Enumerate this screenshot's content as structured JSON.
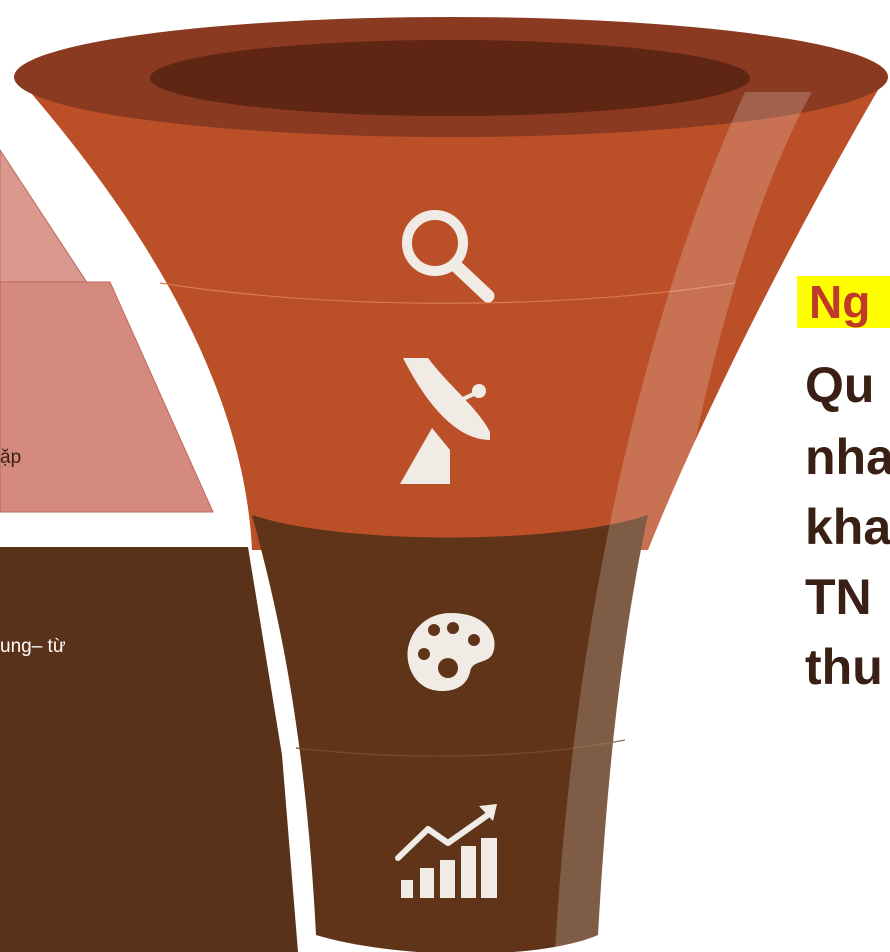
{
  "left_tiers": [
    {
      "text": "",
      "color": "#d9998f"
    },
    {
      "text": "ặp",
      "color": "#d58a80"
    },
    {
      "text": "ung– từ",
      "color": "#5a3219"
    },
    {
      "text": "",
      "color": "#5a3219"
    }
  ],
  "funnel": {
    "rim_color": "#8a3a20",
    "top_color": "#bb4f28",
    "bottom_color": "#5f3418",
    "icons": [
      "search-icon",
      "satellite-dish-icon",
      "palette-icon",
      "growth-chart-icon"
    ]
  },
  "right_text": {
    "heading": "Ng",
    "lines": [
      "Qu",
      "nha",
      "kha",
      "TN",
      "thu"
    ]
  }
}
